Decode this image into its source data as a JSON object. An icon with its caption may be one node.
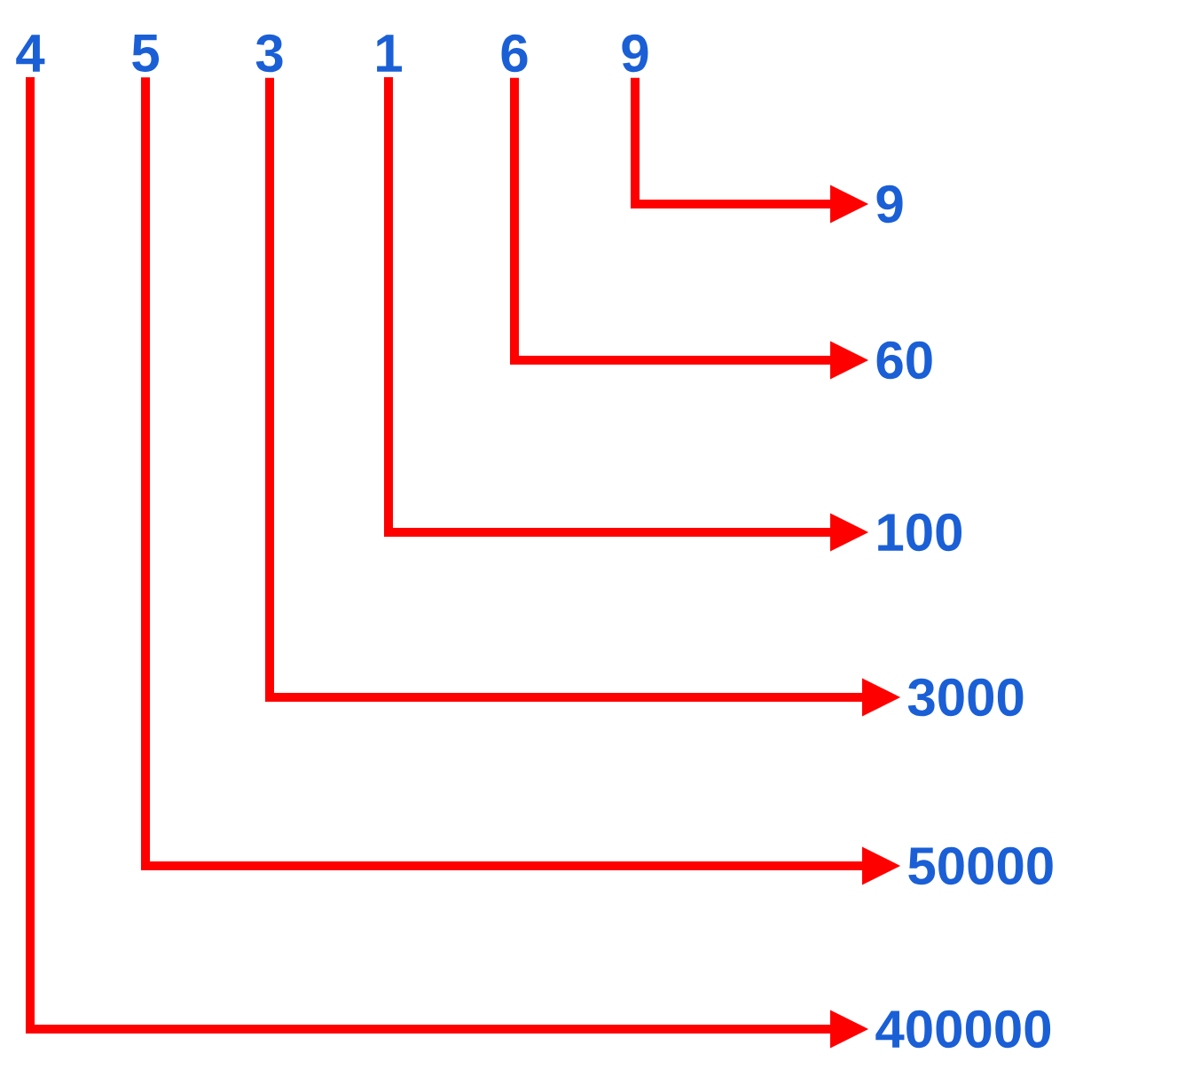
{
  "diagram": {
    "nodes": [
      {
        "text": [
          "4"
        ]
      },
      {
        "text": [
          "5"
        ]
      },
      {
        "text": [
          "3"
        ]
      },
      {
        "text": [
          "1"
        ]
      },
      {
        "text": [
          "6"
        ]
      },
      {
        "text": [
          "9"
        ]
      },
      {
        "text": [
          "9"
        ]
      },
      {
        "text": [
          "60"
        ]
      },
      {
        "text": [
          "100"
        ]
      },
      {
        "text": [
          "3000"
        ]
      },
      {
        "text": [
          "50000"
        ]
      },
      {
        "text": [
          "400000"
        ]
      }
    ],
    "edges": [
      {
        "from": 5,
        "to": 6,
        "arrow": "to"
      },
      {
        "from": 4,
        "to": 7,
        "arrow": "to"
      },
      {
        "from": 3,
        "to": 8,
        "arrow": "to"
      },
      {
        "from": 2,
        "to": 9,
        "arrow": "to"
      },
      {
        "from": 1,
        "to": 10,
        "arrow": "to"
      },
      {
        "from": 0,
        "to": 11,
        "arrow": "to"
      }
    ]
  }
}
